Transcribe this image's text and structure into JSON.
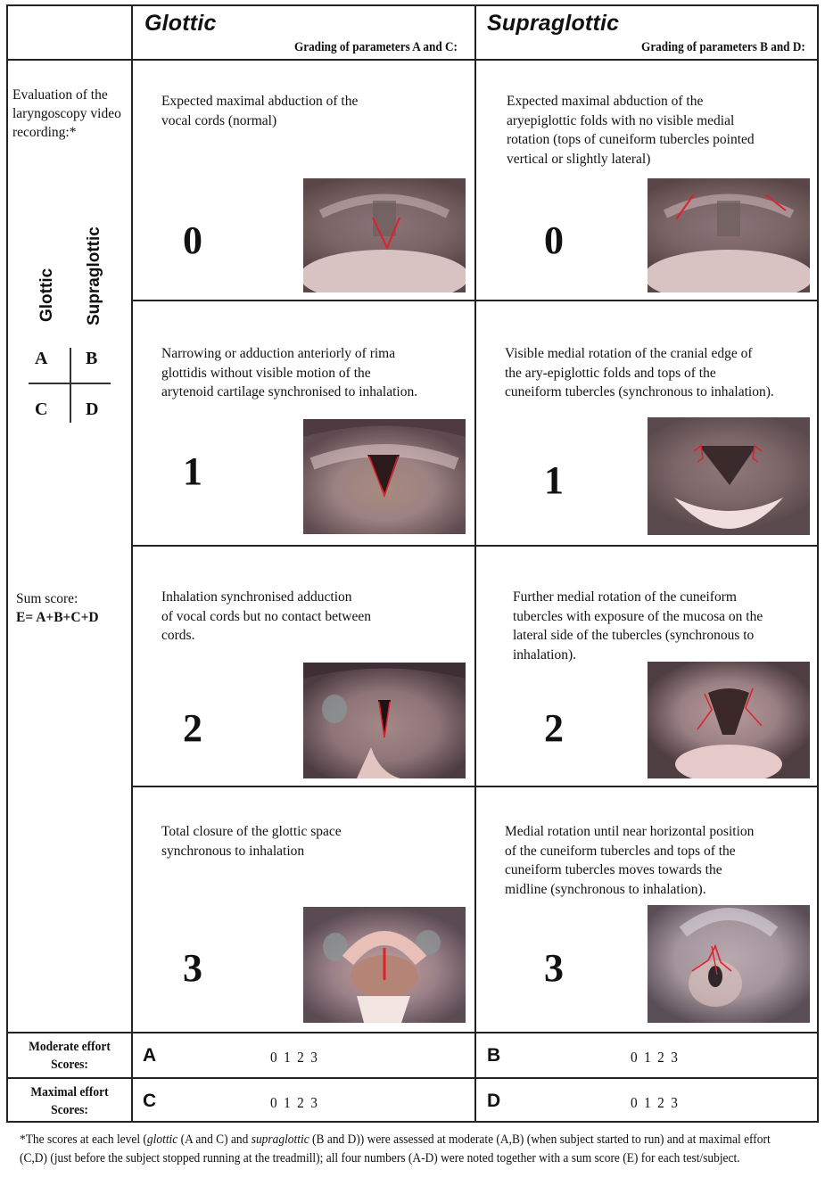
{
  "header": {
    "glottic": {
      "title": "Glottic",
      "subtitle": "Grading of parameters  A and C:"
    },
    "supraglottic": {
      "title": "Supraglottic",
      "subtitle": "Grading of parameters  B and D:"
    }
  },
  "sidebar": {
    "evaluation_text": "Evaluation of the laryngoscopy video recording:*",
    "rotated_labels": {
      "glottic": "Glottic",
      "supraglottic": "Supraglottic"
    },
    "grid": {
      "a": "A",
      "b": "B",
      "c": "C",
      "d": "D"
    },
    "sum_score_label": "Sum  score:",
    "sum_score_formula": "E=  A+B+C+D"
  },
  "grades": [
    {
      "grade": "0",
      "glottic": {
        "description": "Expected maximal  abduction of the\nvocal cords (normal)"
      },
      "supraglottic": {
        "description": "Expected maximal  abduction of the\naryepiglottic folds with no visible medial\nrotation (tops of cuneiform  tubercles pointed\nvertical or slightly lateral)"
      }
    },
    {
      "grade": "1",
      "glottic": {
        "description": "Narrowing  or adduction anteriorly of rima\nglottidis without visible motion of the\narytenoid cartilage  synchronised to inhalation."
      },
      "supraglottic": {
        "description": "Visible  medial rotation of the cranial edge of\nthe ary-epiglottic folds and tops of the\ncuneiform  tubercles (synchronous to inhalation)."
      }
    },
    {
      "grade": "2",
      "glottic": {
        "description": "Inhalation synchronised adduction\nof vocal cords but no contact between\ncords."
      },
      "supraglottic": {
        "description": "Further medial rotation of the cuneiform\ntubercles with exposure of the mucosa  on the\nlateral  side of the tubercles (synchronous to\ninhalation)."
      }
    },
    {
      "grade": "3",
      "glottic": {
        "description": "Total closure of the glottic space\n synchronous to inhalation"
      },
      "supraglottic": {
        "description": "Medial rotation until near horizontal  position\nof the cuneiform  tubercles and tops of the\ncuneiform  tubercles moves towards the\nmidline  (synchronous to inhalation)."
      }
    }
  ],
  "score_rows": [
    {
      "label": "Moderate  effort\nScores:",
      "glottic_letter": "A",
      "supraglottic_letter": "B",
      "options": "0 1 2 3"
    },
    {
      "label": "Maximal  effort\nScores:",
      "glottic_letter": "C",
      "supraglottic_letter": "D",
      "options": "0 1 2 3"
    }
  ],
  "footnote": {
    "p1": "*The scores at each level (",
    "glottic_italic": "glottic",
    "p2": " (A and C)  and ",
    "supraglottic_italic": "supraglottic",
    "p3": " (B and D))  were  assessed at moderate  (A,B)  (when subject started to run) and at maximal  effort (C,D)  (just before the subject stopped running at the treadmill);  all four numbers (A-D)  were  noted together with a sum  score (E)  for each test/subject."
  },
  "colors": {
    "border": "#222222",
    "annotation": "#e0202a",
    "tissue": "#a88a8e"
  }
}
